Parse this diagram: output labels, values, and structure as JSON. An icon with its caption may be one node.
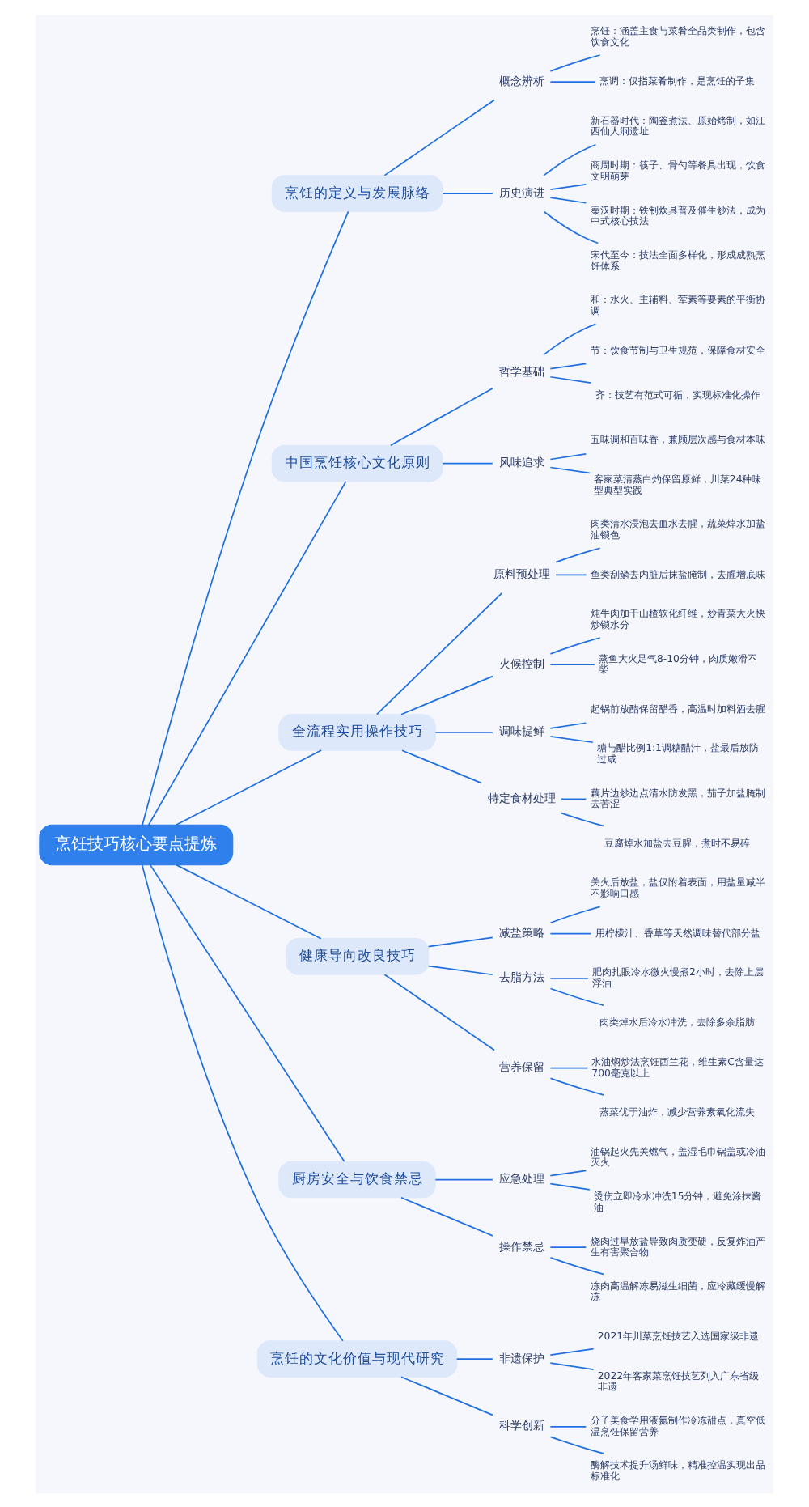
{
  "diagram": {
    "nodes": [
      {
        "text": [
          "烹饪技巧核心要点提炼"
        ]
      },
      {
        "text": [
          "烹饪的定义与发展脉络"
        ]
      },
      {
        "text": [
          "概念辨析"
        ]
      },
      {
        "text": [
          "烹饪：涵盖主食与菜肴全品类制作，包含饮食文化"
        ]
      },
      {
        "text": [
          "烹调：仅指菜肴制作，是烹饪的子集"
        ]
      },
      {
        "text": [
          "历史演进"
        ]
      },
      {
        "text": [
          "新石器时代：陶釜煮法、原始烤制，如江西仙人洞遗址"
        ]
      },
      {
        "text": [
          "商周时期：筷子、骨勺等餐具出现，饮食文明萌芽"
        ]
      },
      {
        "text": [
          "秦汉时期：铁制炊具普及催生炒法，成为中式核心技法"
        ]
      },
      {
        "text": [
          "宋代至今：技法全面多样化，形成成熟烹饪体系"
        ]
      },
      {
        "text": [
          "中国烹饪核心文化原则"
        ]
      },
      {
        "text": [
          "哲学基础"
        ]
      },
      {
        "text": [
          "和：水火、主辅料、荤素等要素的平衡协调"
        ]
      },
      {
        "text": [
          "节：饮食节制与卫生规范，保障食材安全"
        ]
      },
      {
        "text": [
          "齐：技艺有范式可循，实现标准化操作"
        ]
      },
      {
        "text": [
          "风味追求"
        ]
      },
      {
        "text": [
          "五味调和百味香，兼顾层次感与食材本味"
        ]
      },
      {
        "text": [
          "客家菜清蒸白灼保留原鲜，川菜24种味型典型实践"
        ]
      },
      {
        "text": [
          "全流程实用操作技巧"
        ]
      },
      {
        "text": [
          "原料预处理"
        ]
      },
      {
        "text": [
          "肉类清水浸泡去血水去腥，蔬菜焯水加盐油锁色"
        ]
      },
      {
        "text": [
          "鱼类刮鳞去内脏后抹盐腌制，去腥增底味"
        ]
      },
      {
        "text": [
          "火候控制"
        ]
      },
      {
        "text": [
          "炖牛肉加干山楂软化纤维，炒青菜大火快炒锁水分"
        ]
      },
      {
        "text": [
          "蒸鱼大火足气8-10分钟，肉质嫩滑不柴"
        ]
      },
      {
        "text": [
          "调味提鲜"
        ]
      },
      {
        "text": [
          "起锅前放醋保留醋香，高温时加料酒去腥"
        ]
      },
      {
        "text": [
          "糖与醋比例1:1调糖醋汁，盐最后放防过咸"
        ]
      },
      {
        "text": [
          "特定食材处理"
        ]
      },
      {
        "text": [
          "藕片边炒边点清水防发黑，茄子加盐腌制去苦涩"
        ]
      },
      {
        "text": [
          "豆腐焯水加盐去豆腥，煮时不易碎"
        ]
      },
      {
        "text": [
          "健康导向改良技巧"
        ]
      },
      {
        "text": [
          "减盐策略"
        ]
      },
      {
        "text": [
          "关火后放盐，盐仅附着表面，用盐量减半不影响口感"
        ]
      },
      {
        "text": [
          "用柠檬汁、香草等天然调味替代部分盐"
        ]
      },
      {
        "text": [
          "去脂方法"
        ]
      },
      {
        "text": [
          "肥肉扎眼冷水微火慢煮2小时，去除上层浮油"
        ]
      },
      {
        "text": [
          "肉类焯水后冷水冲洗，去除多余脂肪"
        ]
      },
      {
        "text": [
          "营养保留"
        ]
      },
      {
        "text": [
          "水油焖炒法烹饪西兰花，维生素C含量达700毫克以上"
        ]
      },
      {
        "text": [
          "蒸菜优于油炸，减少营养素氧化流失"
        ]
      },
      {
        "text": [
          "厨房安全与饮食禁忌"
        ]
      },
      {
        "text": [
          "应急处理"
        ]
      },
      {
        "text": [
          "油锅起火先关燃气，盖湿毛巾锅盖或冷油灭火"
        ]
      },
      {
        "text": [
          "烫伤立即冷水冲洗15分钟，避免涂抹酱油"
        ]
      },
      {
        "text": [
          "操作禁忌"
        ]
      },
      {
        "text": [
          "烧肉过早放盐导致肉质变硬，反复炸油产生有害聚合物"
        ]
      },
      {
        "text": [
          "冻肉高温解冻易滋生细菌，应冷藏缓慢解冻"
        ]
      },
      {
        "text": [
          "烹饪的文化价值与现代研究"
        ]
      },
      {
        "text": [
          "非遗保护"
        ]
      },
      {
        "text": [
          "2021年川菜烹饪技艺入选国家级非遗"
        ]
      },
      {
        "text": [
          "2022年客家菜烹饪技艺列入广东省级非遗"
        ]
      },
      {
        "text": [
          "科学创新"
        ]
      },
      {
        "text": [
          "分子美食学用液氮制作冷冻甜点，真空低温烹饪保留营养"
        ]
      },
      {
        "text": [
          "酶解技术提升汤鲜味，精准控温实现出品标准化"
        ]
      }
    ],
    "edges": [
      {
        "from": 0,
        "to": 1,
        "arrow": "none"
      },
      {
        "from": 1,
        "to": 2,
        "arrow": "none"
      },
      {
        "from": 2,
        "to": 3,
        "arrow": "none"
      },
      {
        "from": 2,
        "to": 4,
        "arrow": "none"
      },
      {
        "from": 1,
        "to": 5,
        "arrow": "none"
      },
      {
        "from": 5,
        "to": 6,
        "arrow": "none"
      },
      {
        "from": 5,
        "to": 7,
        "arrow": "none"
      },
      {
        "from": 5,
        "to": 8,
        "arrow": "none"
      },
      {
        "from": 5,
        "to": 9,
        "arrow": "none"
      },
      {
        "from": 0,
        "to": 10,
        "arrow": "none"
      },
      {
        "from": 10,
        "to": 11,
        "arrow": "none"
      },
      {
        "from": 11,
        "to": 12,
        "arrow": "none"
      },
      {
        "from": 11,
        "to": 13,
        "arrow": "none"
      },
      {
        "from": 11,
        "to": 14,
        "arrow": "none"
      },
      {
        "from": 10,
        "to": 15,
        "arrow": "none"
      },
      {
        "from": 15,
        "to": 16,
        "arrow": "none"
      },
      {
        "from": 15,
        "to": 17,
        "arrow": "none"
      },
      {
        "from": 0,
        "to": 18,
        "arrow": "none"
      },
      {
        "from": 18,
        "to": 19,
        "arrow": "none"
      },
      {
        "from": 19,
        "to": 20,
        "arrow": "none"
      },
      {
        "from": 19,
        "to": 21,
        "arrow": "none"
      },
      {
        "from": 18,
        "to": 22,
        "arrow": "none"
      },
      {
        "from": 22,
        "to": 23,
        "arrow": "none"
      },
      {
        "from": 22,
        "to": 24,
        "arrow": "none"
      },
      {
        "from": 18,
        "to": 25,
        "arrow": "none"
      },
      {
        "from": 25,
        "to": 26,
        "arrow": "none"
      },
      {
        "from": 25,
        "to": 27,
        "arrow": "none"
      },
      {
        "from": 18,
        "to": 28,
        "arrow": "none"
      },
      {
        "from": 28,
        "to": 29,
        "arrow": "none"
      },
      {
        "from": 28,
        "to": 30,
        "arrow": "none"
      },
      {
        "from": 0,
        "to": 31,
        "arrow": "none"
      },
      {
        "from": 31,
        "to": 32,
        "arrow": "none"
      },
      {
        "from": 32,
        "to": 33,
        "arrow": "none"
      },
      {
        "from": 32,
        "to": 34,
        "arrow": "none"
      },
      {
        "from": 31,
        "to": 35,
        "arrow": "none"
      },
      {
        "from": 35,
        "to": 36,
        "arrow": "none"
      },
      {
        "from": 35,
        "to": 37,
        "arrow": "none"
      },
      {
        "from": 31,
        "to": 38,
        "arrow": "none"
      },
      {
        "from": 38,
        "to": 39,
        "arrow": "none"
      },
      {
        "from": 38,
        "to": 40,
        "arrow": "none"
      },
      {
        "from": 0,
        "to": 41,
        "arrow": "none"
      },
      {
        "from": 41,
        "to": 42,
        "arrow": "none"
      },
      {
        "from": 42,
        "to": 43,
        "arrow": "none"
      },
      {
        "from": 42,
        "to": 44,
        "arrow": "none"
      },
      {
        "from": 41,
        "to": 45,
        "arrow": "none"
      },
      {
        "from": 45,
        "to": 46,
        "arrow": "none"
      },
      {
        "from": 45,
        "to": 47,
        "arrow": "none"
      },
      {
        "from": 0,
        "to": 48,
        "arrow": "none"
      },
      {
        "from": 48,
        "to": 49,
        "arrow": "none"
      },
      {
        "from": 49,
        "to": 50,
        "arrow": "none"
      },
      {
        "from": 49,
        "to": 51,
        "arrow": "none"
      },
      {
        "from": 48,
        "to": 52,
        "arrow": "none"
      },
      {
        "from": 52,
        "to": 53,
        "arrow": "none"
      },
      {
        "from": 52,
        "to": 54,
        "arrow": "none"
      }
    ]
  }
}
